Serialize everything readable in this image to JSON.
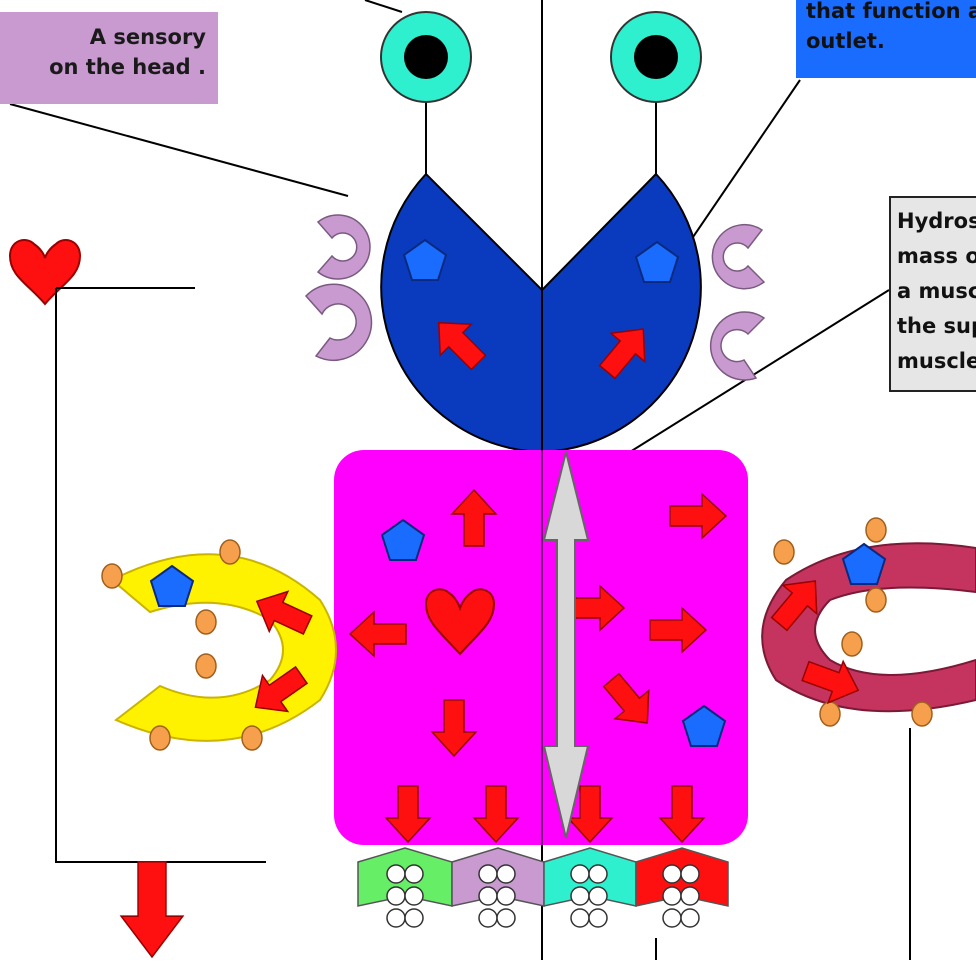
{
  "labels": {
    "sensory": [
      "A sensory",
      "on the head ."
    ],
    "outlet": [
      "that function a",
      "outlet."
    ],
    "hydrostatic": [
      "Hydros",
      "mass o",
      "a musc",
      "the sup",
      "muscle"
    ]
  },
  "colors": {
    "body_pink": "#ff00ff",
    "head_blue": "#0a3bbf",
    "eye_teal": "#2ef0cf",
    "arrow_red": "#ff1010",
    "yellow_organ": "#fff200",
    "maroon_organ": "#c4345e",
    "lilac": "#c89ad0",
    "orange_dot": "#f6a04d",
    "pentagon_blue": "#1a6cff",
    "double_arrow_grey": "#d8d8d8"
  },
  "icons": [
    "eye-icon",
    "heart-icon",
    "pentagon-icon",
    "arrow-icon",
    "double-arrow-icon",
    "hook-icon"
  ]
}
